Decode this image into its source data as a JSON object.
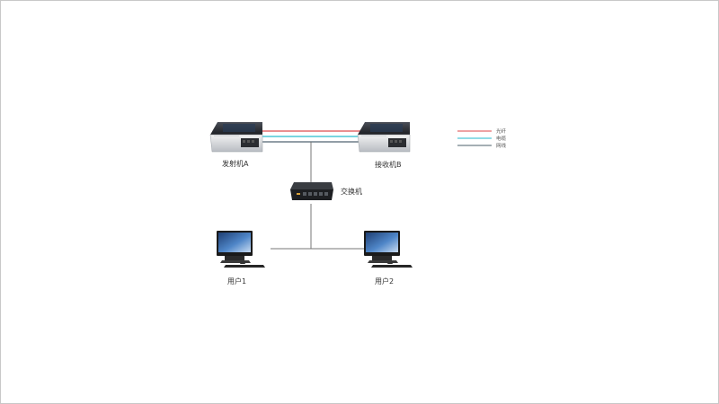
{
  "colors": {
    "fiber": "#e46a6c",
    "cable": "#4fc7d6",
    "network": "#6f7f88",
    "link": "#777777"
  },
  "nodes": {
    "transmitter": "发射机A",
    "receiver": "接收机B",
    "switch": "交换机",
    "user1": "用户1",
    "user2": "用户2"
  },
  "legend": [
    {
      "label": "光纤",
      "color": "#e46a6c"
    },
    {
      "label": "电缆",
      "color": "#4fc7d6"
    },
    {
      "label": "网线",
      "color": "#6f7f88"
    }
  ],
  "icons": {
    "transmitter": "transmitter-box-icon",
    "receiver": "receiver-box-icon",
    "switch": "network-switch-icon",
    "user1": "desktop-computer-icon",
    "user2": "desktop-computer-icon"
  }
}
